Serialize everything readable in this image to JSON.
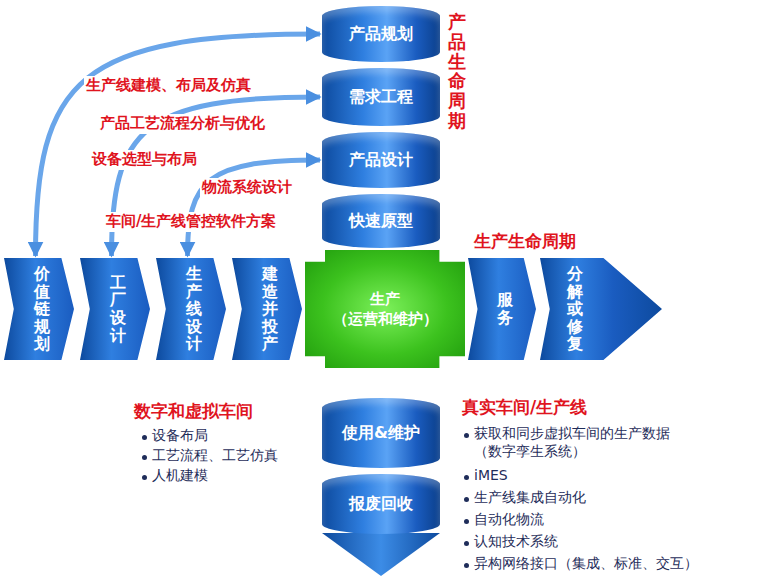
{
  "diagram": {
    "nodes": [
      {
        "text": [
          "产品规划"
        ]
      },
      {
        "text": [
          "需求工程"
        ]
      },
      {
        "text": [
          "产品设计"
        ]
      },
      {
        "text": [
          "快速原型"
        ]
      },
      {
        "text": [
          "价值链规划"
        ]
      },
      {
        "text": [
          "工厂设计"
        ]
      },
      {
        "text": [
          "生产线设计"
        ]
      },
      {
        "text": [
          "建造并投产"
        ]
      },
      {
        "text": [
          "生产",
          "（运营和维护）"
        ]
      },
      {
        "text": [
          "服务"
        ]
      },
      {
        "text": [
          "分解或修复"
        ]
      },
      {
        "text": [
          "使用&维护"
        ]
      },
      {
        "text": [
          "报废回收"
        ]
      }
    ],
    "edges": [
      {
        "from": 4,
        "to": 0,
        "arrow": "both"
      },
      {
        "from": 5,
        "to": 1,
        "arrow": "both"
      },
      {
        "from": 6,
        "to": 2,
        "arrow": "both"
      }
    ],
    "labels": [
      "产品生命周期",
      "生产线建模、布局及仿真",
      "产品工艺流程分析与优化",
      "设备选型与布局",
      "物流系统设计",
      "车间/生产线管控软件方案",
      "生产生命周期",
      "数字和虚拟车间",
      "设备布局",
      "工艺流程、工艺仿真",
      "人机建模",
      "真实车间/生产线",
      "获取和同步虚拟车间的生产数据 （数字孪生系统）",
      "iMES",
      "生产线集成自动化",
      "自动化物流",
      "认知技术系统",
      "异构网络接口（集成、标准、交互）"
    ]
  }
}
